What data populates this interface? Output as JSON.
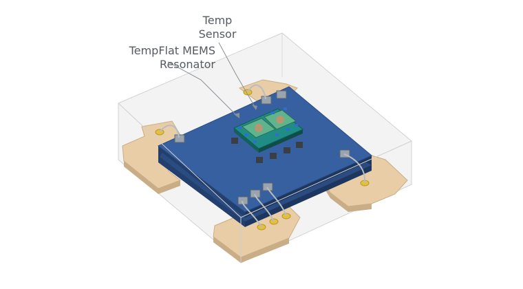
{
  "labels": {
    "temp_sensor_line1": "Temp",
    "temp_sensor_line2": "Sensor",
    "resonator_line1": "TempFlat MEMS",
    "resonator_line2": "Resonator"
  },
  "colors": {
    "substrate": "#2f5590",
    "substrate_top": "#36609f",
    "substrate_side": "#223f6e",
    "lead_frame": "#e8cda7",
    "lead_frame_shade": "#c9ad86",
    "bond_pad": "#e3c13a",
    "encapsulant": "#f1f1f1",
    "die": "#1f8d86",
    "label_text": "#555a60"
  }
}
